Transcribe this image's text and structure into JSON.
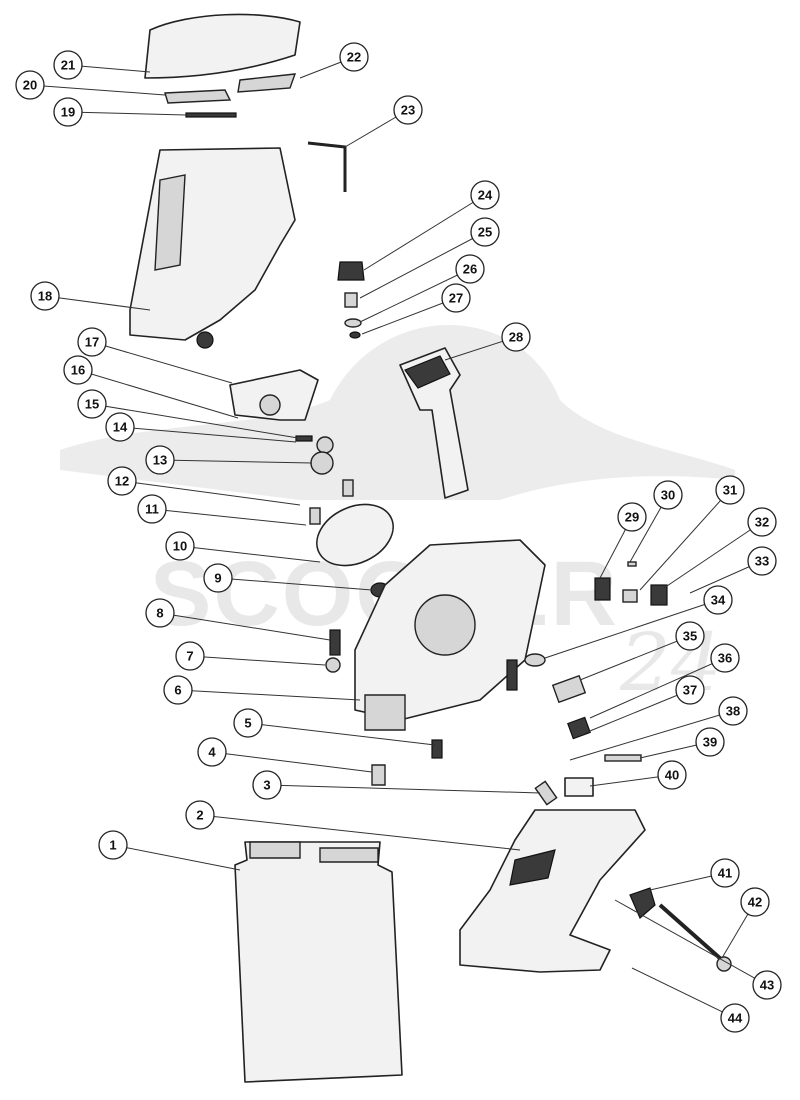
{
  "diagram": {
    "watermark": {
      "text": "SCOOTER",
      "suffix": "24"
    },
    "callouts": [
      {
        "label": "1"
      },
      {
        "label": "2"
      },
      {
        "label": "3"
      },
      {
        "label": "4"
      },
      {
        "label": "5"
      },
      {
        "label": "6"
      },
      {
        "label": "7"
      },
      {
        "label": "8"
      },
      {
        "label": "9"
      },
      {
        "label": "10"
      },
      {
        "label": "11"
      },
      {
        "label": "12"
      },
      {
        "label": "13"
      },
      {
        "label": "14"
      },
      {
        "label": "15"
      },
      {
        "label": "16"
      },
      {
        "label": "17"
      },
      {
        "label": "18"
      },
      {
        "label": "19"
      },
      {
        "label": "20"
      },
      {
        "label": "21"
      },
      {
        "label": "22"
      },
      {
        "label": "23"
      },
      {
        "label": "24"
      },
      {
        "label": "25"
      },
      {
        "label": "26"
      },
      {
        "label": "27"
      },
      {
        "label": "28"
      },
      {
        "label": "29"
      },
      {
        "label": "30"
      },
      {
        "label": "31"
      },
      {
        "label": "32"
      },
      {
        "label": "33"
      },
      {
        "label": "34"
      },
      {
        "label": "35"
      },
      {
        "label": "36"
      },
      {
        "label": "37"
      },
      {
        "label": "38"
      },
      {
        "label": "39"
      },
      {
        "label": "40"
      },
      {
        "label": "41"
      },
      {
        "label": "42"
      },
      {
        "label": "43"
      },
      {
        "label": "44"
      }
    ]
  }
}
